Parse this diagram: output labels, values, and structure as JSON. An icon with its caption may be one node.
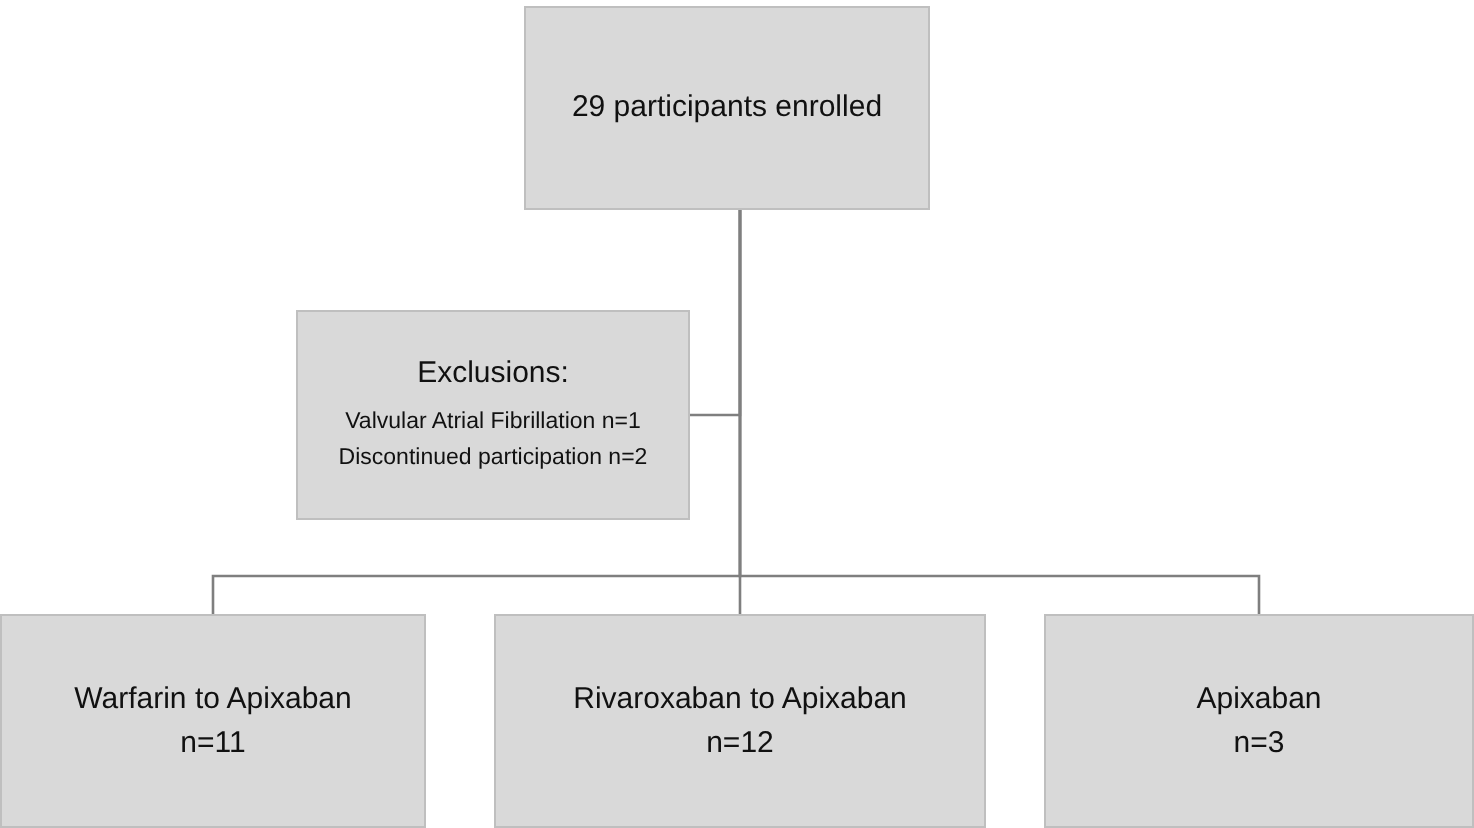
{
  "diagram": {
    "nodes": [
      {
        "text": [
          "29 participants enrolled"
        ]
      },
      {
        "text": [
          "Exclusions:",
          "Valvular Atrial Fibrillation n=1",
          "Discontinued participation n=2"
        ]
      },
      {
        "text": [
          "Warfarin to Apixaban",
          "n=11"
        ]
      },
      {
        "text": [
          "Rivaroxaban to Apixaban",
          "n=12"
        ]
      },
      {
        "text": [
          "Apixaban",
          "n=3"
        ]
      }
    ],
    "edges": [
      {
        "from": 0,
        "to": 1,
        "arrow": "none"
      },
      {
        "from": 0,
        "to": 2,
        "arrow": "none"
      },
      {
        "from": 0,
        "to": 3,
        "arrow": "none"
      },
      {
        "from": 0,
        "to": 4,
        "arrow": "none"
      }
    ]
  }
}
